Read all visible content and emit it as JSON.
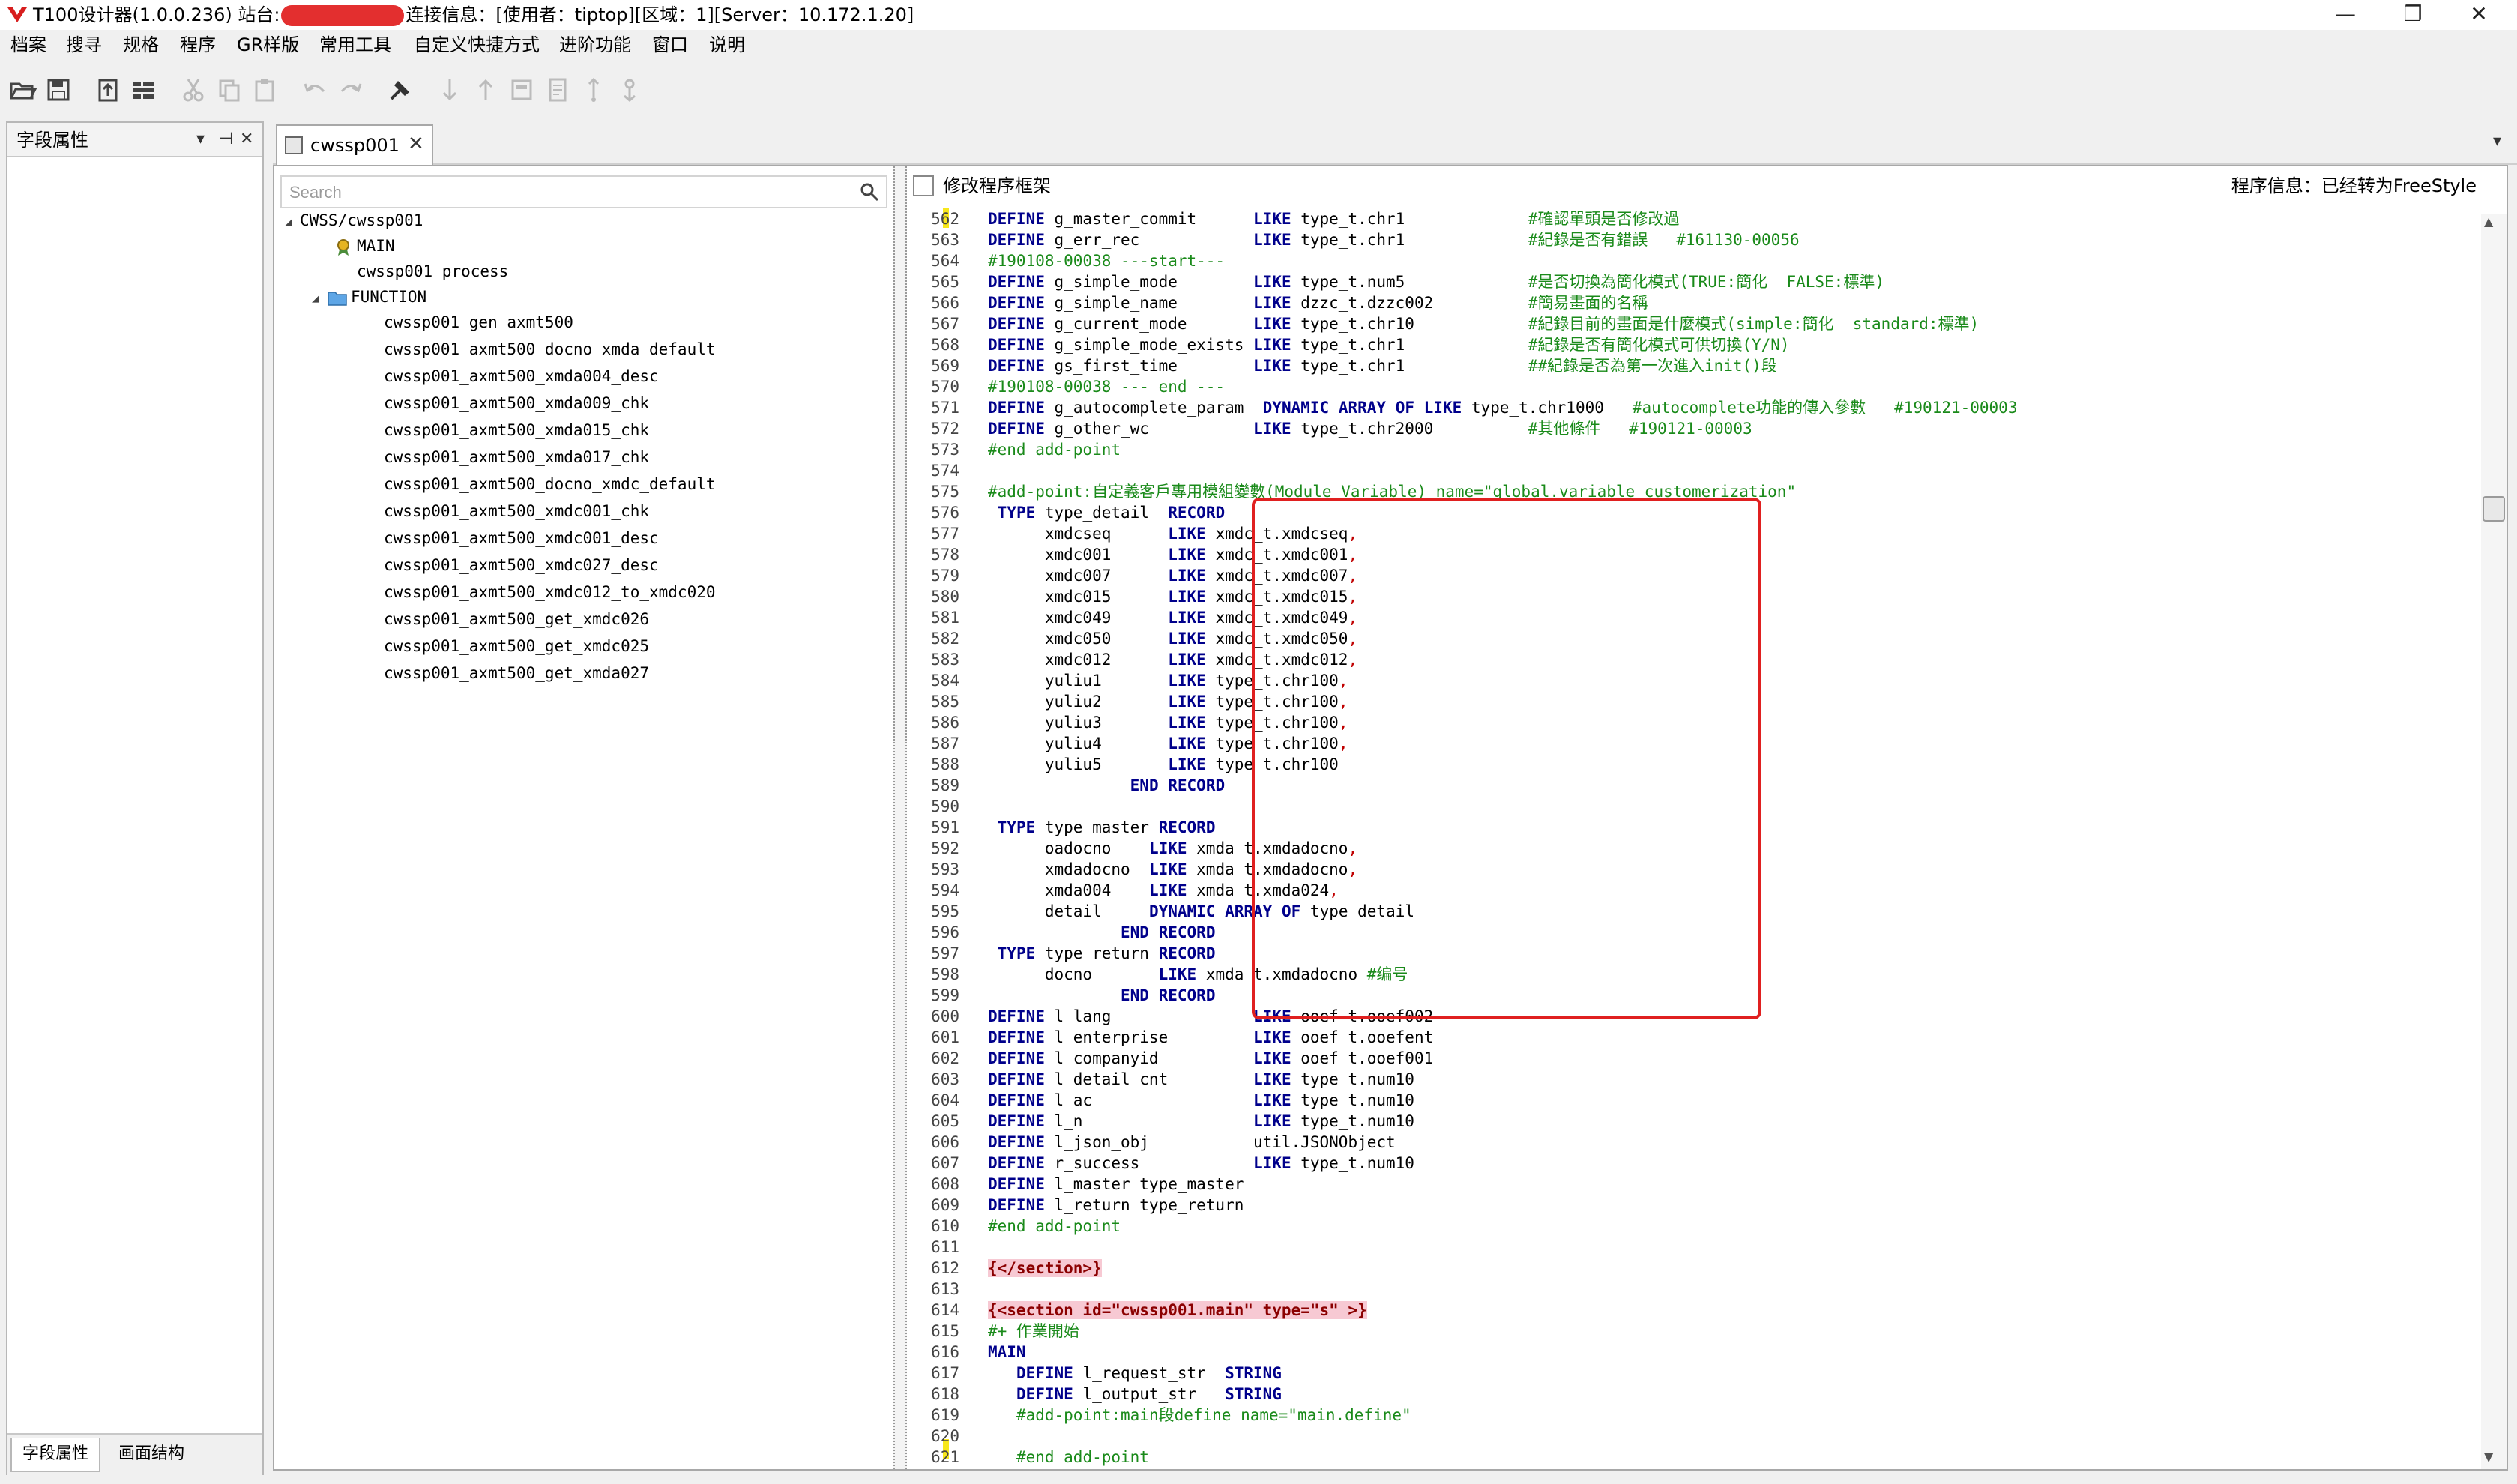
{
  "window": {
    "title_prefix": "T100设计器(1.0.0.236) 站台:",
    "title_suffix": "连接信息：[使用者：tiptop][区域：1][Server：10.172.1.20]",
    "controls": {
      "minimize": "—",
      "maximize": "❐",
      "close": "✕"
    }
  },
  "menu": [
    "档案",
    "搜寻",
    "规格",
    "程序",
    "GR样版",
    "常用工具",
    "自定义快捷方式",
    "进阶功能",
    "窗口",
    "说明"
  ],
  "left_panel": {
    "title": "字段属性",
    "bottom_tabs": [
      "字段属性",
      "画面结构"
    ]
  },
  "editor_tab": {
    "label": "cwssp001"
  },
  "search": {
    "placeholder": "Search"
  },
  "tree": {
    "root": "CWSS/cwssp001",
    "main": "MAIN",
    "process": "cwssp001_process",
    "function_folder": "FUNCTION",
    "functions": [
      "cwssp001_gen_axmt500",
      "cwssp001_axmt500_docno_xmda_default",
      "cwssp001_axmt500_xmda004_desc",
      "cwssp001_axmt500_xmda009_chk",
      "cwssp001_axmt500_xmda015_chk",
      "cwssp001_axmt500_xmda017_chk",
      "cwssp001_axmt500_docno_xmdc_default",
      "cwssp001_axmt500_xmdc001_chk",
      "cwssp001_axmt500_xmdc001_desc",
      "cwssp001_axmt500_xmdc027_desc",
      "cwssp001_axmt500_xmdc012_to_xmdc020",
      "cwssp001_axmt500_get_xmdc026",
      "cwssp001_axmt500_get_xmdc025",
      "cwssp001_axmt500_get_xmda027"
    ]
  },
  "code_header": {
    "modify_label": "修改程序框架",
    "program_info": "程序信息：已经转为FreeStyle"
  },
  "code_lines": [
    {
      "n": "562",
      "t": "DEFINE g_master_commit      LIKE type_t.chr1             #確認單頭是否修改過"
    },
    {
      "n": "563",
      "t": "DEFINE g_err_rec            LIKE type_t.chr1             #紀錄是否有錯誤   #161130-00056"
    },
    {
      "n": "564",
      "t": "#190108-00038 ---start---"
    },
    {
      "n": "565",
      "t": "DEFINE g_simple_mode        LIKE type_t.num5             #是否切換為簡化模式(TRUE:簡化  FALSE:標準)"
    },
    {
      "n": "566",
      "t": "DEFINE g_simple_name        LIKE dzzc_t.dzzc002          #簡易畫面的名稱"
    },
    {
      "n": "567",
      "t": "DEFINE g_current_mode       LIKE type_t.chr10            #紀錄目前的畫面是什麼模式(simple:簡化  standard:標準)"
    },
    {
      "n": "568",
      "t": "DEFINE g_simple_mode_exists LIKE type_t.chr1             #紀錄是否有簡化模式可供切換(Y/N)"
    },
    {
      "n": "569",
      "t": "DEFINE gs_first_time        LIKE type_t.chr1             ##紀錄是否為第一次進入init()段"
    },
    {
      "n": "570",
      "t": "#190108-00038 --- end ---"
    },
    {
      "n": "571",
      "t": "DEFINE g_autocomplete_param  DYNAMIC ARRAY OF LIKE type_t.chr1000   #autocomplete功能的傳入參數   #190121-00003"
    },
    {
      "n": "572",
      "t": "DEFINE g_other_wc           LIKE type_t.chr2000          #其他條件   #190121-00003"
    },
    {
      "n": "573",
      "t": "#end add-point"
    },
    {
      "n": "574",
      "t": ""
    },
    {
      "n": "575",
      "t": "#add-point:自定義客戶專用模組變數(Module Variable) name=\"global.variable_customerization\""
    },
    {
      "n": "576",
      "t": " TYPE type_detail  RECORD"
    },
    {
      "n": "577",
      "t": "      xmdcseq      LIKE xmdc_t.xmdcseq,"
    },
    {
      "n": "578",
      "t": "      xmdc001      LIKE xmdc_t.xmdc001,"
    },
    {
      "n": "579",
      "t": "      xmdc007      LIKE xmdc_t.xmdc007,"
    },
    {
      "n": "580",
      "t": "      xmdc015      LIKE xmdc_t.xmdc015,"
    },
    {
      "n": "581",
      "t": "      xmdc049      LIKE xmdc_t.xmdc049,"
    },
    {
      "n": "582",
      "t": "      xmdc050      LIKE xmdc_t.xmdc050,"
    },
    {
      "n": "583",
      "t": "      xmdc012      LIKE xmdc_t.xmdc012,"
    },
    {
      "n": "584",
      "t": "      yuliu1       LIKE type_t.chr100,"
    },
    {
      "n": "585",
      "t": "      yuliu2       LIKE type_t.chr100,"
    },
    {
      "n": "586",
      "t": "      yuliu3       LIKE type_t.chr100,"
    },
    {
      "n": "587",
      "t": "      yuliu4       LIKE type_t.chr100,"
    },
    {
      "n": "588",
      "t": "      yuliu5       LIKE type_t.chr100"
    },
    {
      "n": "589",
      "t": "               END RECORD"
    },
    {
      "n": "590",
      "t": ""
    },
    {
      "n": "591",
      "t": " TYPE type_master RECORD"
    },
    {
      "n": "592",
      "t": "      oadocno    LIKE xmda_t.xmdadocno,"
    },
    {
      "n": "593",
      "t": "      xmdadocno  LIKE xmda_t.xmdadocno,"
    },
    {
      "n": "594",
      "t": "      xmda004    LIKE xmda_t.xmda024,"
    },
    {
      "n": "595",
      "t": "      detail     DYNAMIC ARRAY OF type_detail"
    },
    {
      "n": "596",
      "t": "              END RECORD"
    },
    {
      "n": "597",
      "t": " TYPE type_return RECORD"
    },
    {
      "n": "598",
      "t": "      docno       LIKE xmda_t.xmdadocno #编号"
    },
    {
      "n": "599",
      "t": "              END RECORD"
    },
    {
      "n": "600",
      "t": "DEFINE l_lang               LIKE ooef_t.ooef002"
    },
    {
      "n": "601",
      "t": "DEFINE l_enterprise         LIKE ooef_t.ooefent"
    },
    {
      "n": "602",
      "t": "DEFINE l_companyid          LIKE ooef_t.ooef001"
    },
    {
      "n": "603",
      "t": "DEFINE l_detail_cnt         LIKE type_t.num10"
    },
    {
      "n": "604",
      "t": "DEFINE l_ac                 LIKE type_t.num10"
    },
    {
      "n": "605",
      "t": "DEFINE l_n                  LIKE type_t.num10"
    },
    {
      "n": "606",
      "t": "DEFINE l_json_obj           util.JSONObject"
    },
    {
      "n": "607",
      "t": "DEFINE r_success            LIKE type_t.num10"
    },
    {
      "n": "608",
      "t": "DEFINE l_master type_master"
    },
    {
      "n": "609",
      "t": "DEFINE l_return type_return"
    },
    {
      "n": "610",
      "t": "#end add-point"
    },
    {
      "n": "611",
      "t": ""
    },
    {
      "n": "612",
      "t": "{</section>}"
    },
    {
      "n": "613",
      "t": ""
    },
    {
      "n": "614",
      "t": "{<section id=\"cwssp001.main\" type=\"s\" >}"
    },
    {
      "n": "615",
      "t": "#+ 作業開始"
    },
    {
      "n": "616",
      "t": "MAIN"
    },
    {
      "n": "617",
      "t": "   DEFINE l_request_str  STRING"
    },
    {
      "n": "618",
      "t": "   DEFINE l_output_str   STRING"
    },
    {
      "n": "619",
      "t": "   #add-point:main段define name=\"main.define\""
    },
    {
      "n": "620",
      "t": ""
    },
    {
      "n": "621",
      "t": "   #end add-point"
    }
  ]
}
